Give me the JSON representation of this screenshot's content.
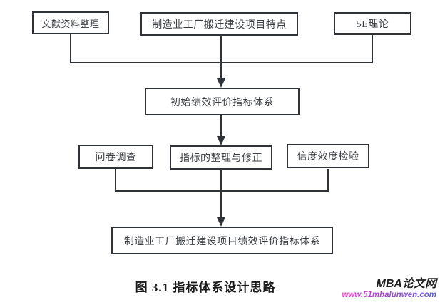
{
  "figure": {
    "caption": "图 3.1 指标体系设计思路",
    "nodes": {
      "literature": "文献资料整理",
      "project_features": "制造业工厂搬迁建设项目特点",
      "five_e_theory": "5E理论",
      "initial_system": "初始绩效评价指标体系",
      "questionnaire": "问卷调查",
      "index_revision": "指标的整理与修正",
      "reliability_validity": "信度效度检验",
      "final_system": "制造业工厂搬迁建设项目绩效评价指标体系"
    }
  },
  "watermark": {
    "site_name": "MBA论文网",
    "site_url": "www.51mbalunwen.com"
  },
  "colors": {
    "line": "#2f3337",
    "text": "#3b3e42",
    "background": "#ffffff",
    "caption_text": "#1b1b1b",
    "watermark_name": "#1f1f1f",
    "url_gradient_start": "#e73cc4",
    "url_gradient_end": "#5560dd"
  }
}
